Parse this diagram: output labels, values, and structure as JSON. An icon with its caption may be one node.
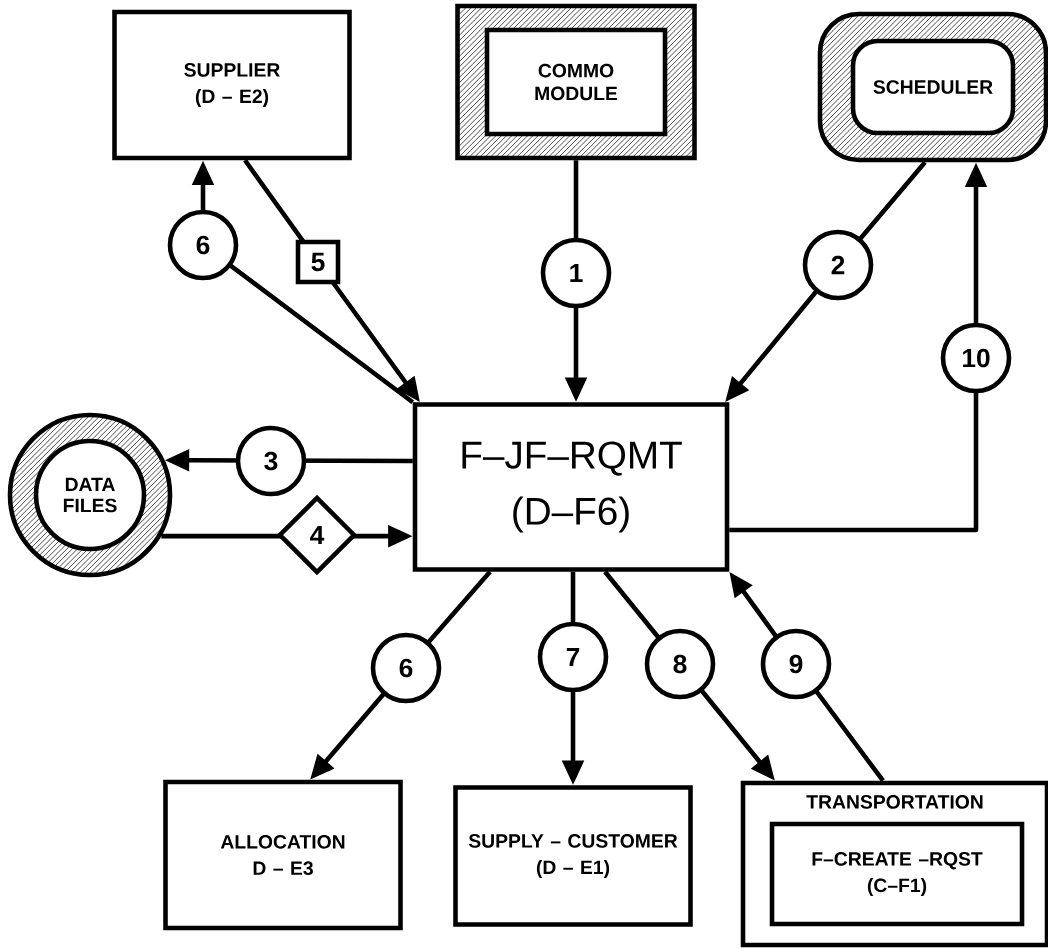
{
  "diagram": {
    "nodes": [
      {
        "text": [
          "SUPPLIER",
          "(D – E2)"
        ]
      },
      {
        "text": [
          "COMMO MODULE"
        ]
      },
      {
        "text": [
          "SCHEDULER"
        ]
      },
      {
        "text": [
          "DATA FILES"
        ]
      },
      {
        "text": [
          "F–JF–RQMT",
          "(D–F6)"
        ]
      },
      {
        "text": [
          "ALLOCATION",
          "D – E3"
        ]
      },
      {
        "text": [
          "SUPPLY – CUSTOMER",
          "(D – E1)"
        ]
      },
      {
        "text": [
          "TRANSPORTATION"
        ]
      },
      {
        "text": [
          "F–CREATE –RQST",
          "(C–F1)"
        ],
        "in": 7
      }
    ],
    "edges": [
      {
        "from": 4,
        "to": 0,
        "arrow": "to",
        "label": "6"
      },
      {
        "from": 0,
        "to": 4,
        "arrow": "to",
        "label": "5"
      },
      {
        "from": 1,
        "to": 4,
        "arrow": "to",
        "label": "1"
      },
      {
        "from": 2,
        "to": 4,
        "arrow": "to",
        "label": "2"
      },
      {
        "from": 4,
        "to": 3,
        "arrow": "to",
        "label": "3"
      },
      {
        "from": 3,
        "to": 4,
        "arrow": "to",
        "label": "4"
      },
      {
        "from": 4,
        "to": 2,
        "arrow": "to",
        "label": "10"
      },
      {
        "from": 4,
        "to": 5,
        "arrow": "to",
        "label": "6"
      },
      {
        "from": 4,
        "to": 6,
        "arrow": "to",
        "label": "7"
      },
      {
        "from": 4,
        "to": 7,
        "arrow": "to",
        "label": "8"
      },
      {
        "from": 7,
        "to": 4,
        "arrow": "to",
        "label": "9"
      }
    ]
  }
}
